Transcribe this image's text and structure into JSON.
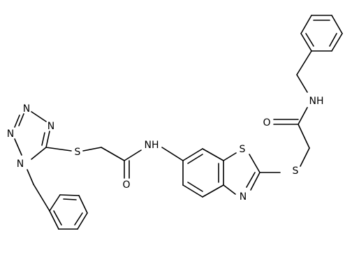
{
  "molecule": {
    "atoms": [
      {
        "id": "n_tetrazole_1",
        "label": "N"
      },
      {
        "id": "n_tetrazole_2",
        "label": "N"
      },
      {
        "id": "n_tetrazole_3",
        "label": "N"
      },
      {
        "id": "n_tetrazole_4",
        "label": "N"
      },
      {
        "id": "s_thioether_1",
        "label": "S"
      },
      {
        "id": "nh_amide_1",
        "label": "NH"
      },
      {
        "id": "o_carbonyl_1",
        "label": "O"
      },
      {
        "id": "s_thiazole",
        "label": "S"
      },
      {
        "id": "n_thiazole",
        "label": "N"
      },
      {
        "id": "s_thioether_2",
        "label": "S"
      },
      {
        "id": "o_carbonyl_2",
        "label": "O"
      },
      {
        "id": "nh_amide_2",
        "label": "NH"
      }
    ]
  }
}
